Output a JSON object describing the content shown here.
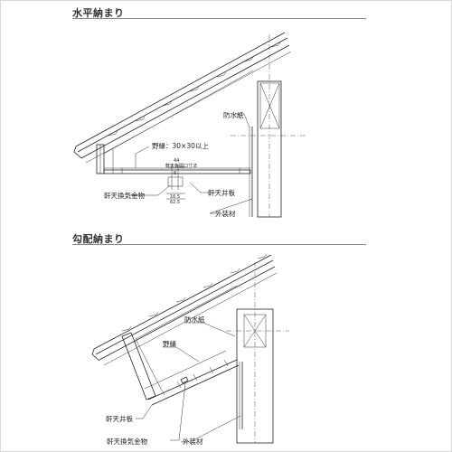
{
  "section1": {
    "title": "水平納まり",
    "labels": {
      "waterproof_paper": "防水紙",
      "furring": "野縁：30×30以上",
      "opening_dim": "軒天板開口寸法",
      "dim_44": "44",
      "vent_hardware": "軒天換気金物",
      "soffit_board": "軒天井板",
      "exterior_material": "外装材",
      "dim_6": "6",
      "dim_165": "16.5",
      "dim_625": "62.5"
    }
  },
  "section2": {
    "title": "勾配納まり",
    "labels": {
      "waterproof_paper": "防水紙",
      "furring": "野縁",
      "soffit_board": "軒天井板",
      "vent_hardware": "軒天換気金物",
      "exterior_material": "外装材"
    }
  }
}
